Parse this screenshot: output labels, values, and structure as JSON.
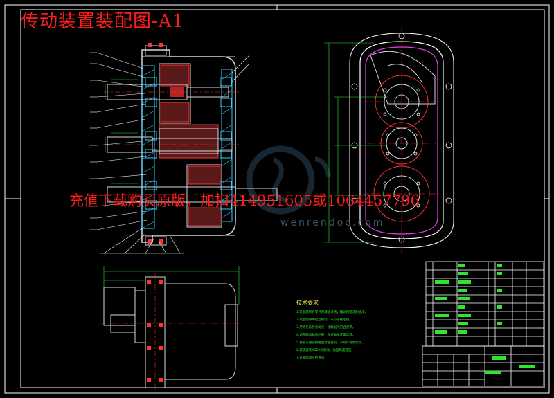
{
  "drawing": {
    "title": "传动装置装配图-A1",
    "overlay_text": "充值下载购买原版，加扣414951605或1064457796",
    "watermark_url": "wenrendoc.com"
  },
  "technical_requirements": {
    "heading": "技术要求",
    "items": [
      "1.装配前所有零件用煤油清洗，箱体内壁涂耐油漆。",
      "2.啮合侧隙用铅丝检验，不小于规定值。",
      "3.用涂色法检验斑点，接触斑点符合要求。",
      "4.调整轴承轴向间隙，保证轴承正常运转。",
      "5.箱盖与箱座接触面涂密封胶，不允许使用垫片。",
      "6.减速器装N320润滑油，油面高度适宜。",
      "7.外表面涂灰色油漆。"
    ]
  },
  "colors": {
    "background": "#000000",
    "line": "#ffffff",
    "outline": "#d8d8d8",
    "dimension": "#2ee62e",
    "hatch": "#33ccff",
    "part": "#ff3333",
    "accent_magenta": "#e040e0",
    "title_red": "#ff1a1a",
    "watermark": "#2a4658"
  }
}
